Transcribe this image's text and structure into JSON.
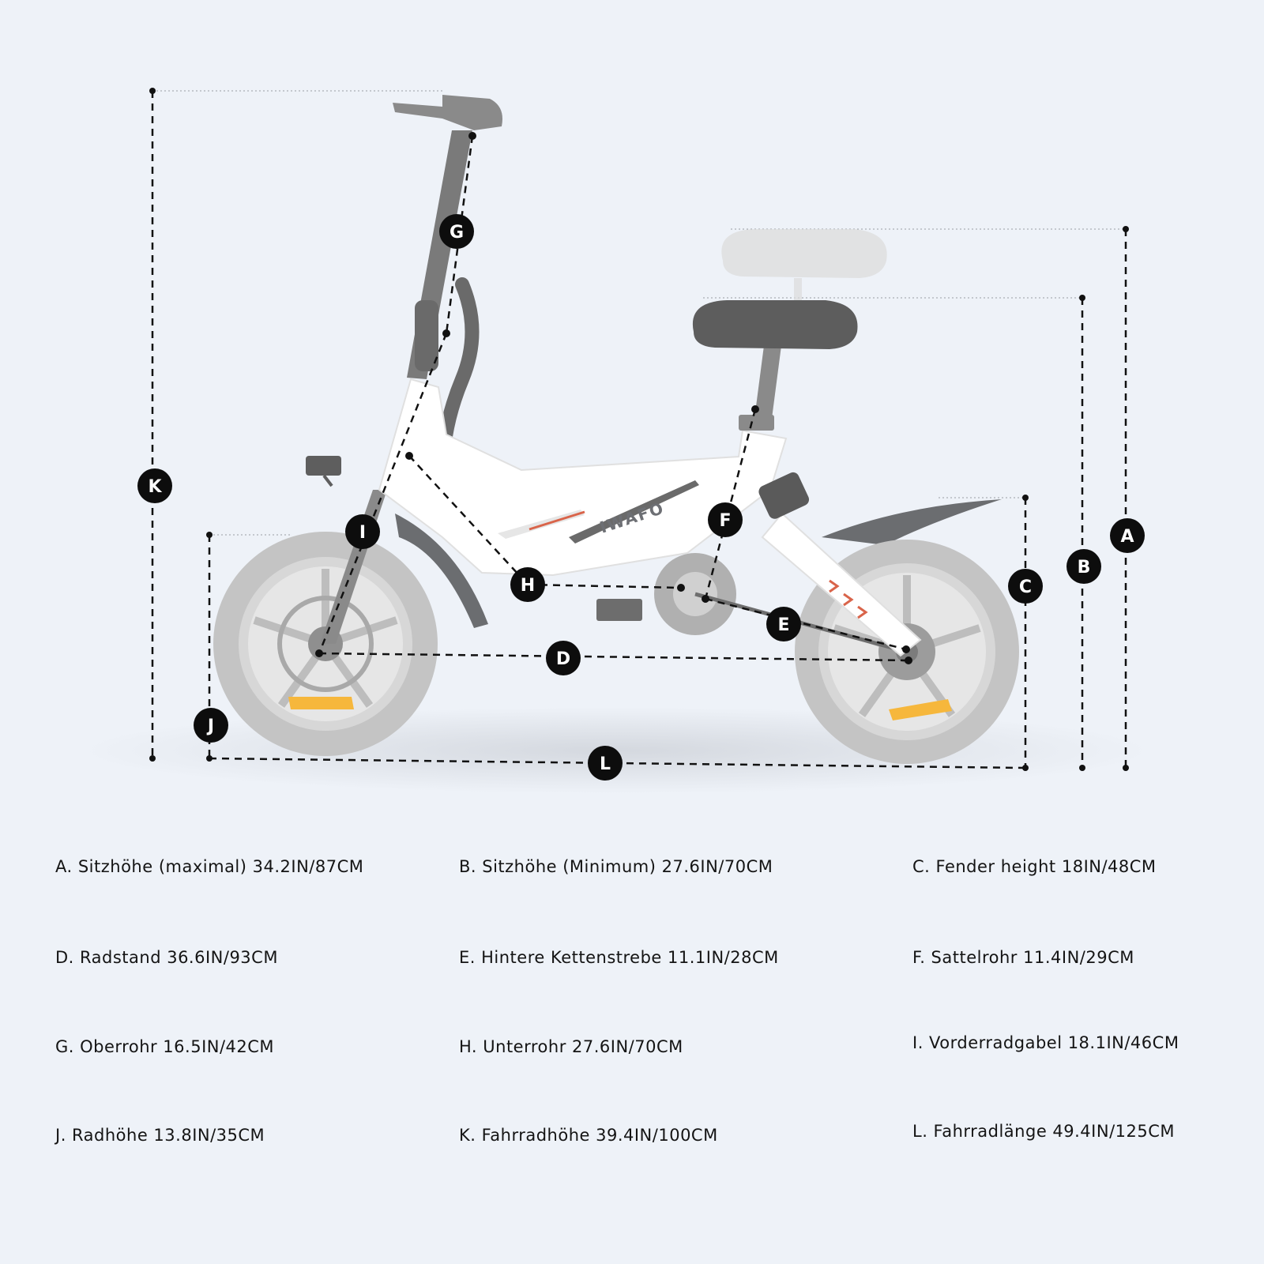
{
  "brand": "IWAFO",
  "dimensions": [
    {
      "letter": "A",
      "text": "A. Sitzhöhe (maximal) 34.2IN/87CM"
    },
    {
      "letter": "B",
      "text": "B. Sitzhöhe (Minimum) 27.6IN/70CM"
    },
    {
      "letter": "C",
      "text": "C. Fender height 18IN/48CM"
    },
    {
      "letter": "D",
      "text": "D. Radstand 36.6IN/93CM"
    },
    {
      "letter": "E",
      "text": "E. Hintere Kettenstrebe 11.1IN/28CM"
    },
    {
      "letter": "F",
      "text": "F. Sattelrohr 11.4IN/29CM"
    },
    {
      "letter": "G",
      "text": "G. Oberrohr 16.5IN/42CM"
    },
    {
      "letter": "H",
      "text": "H. Unterrohr 27.6IN/70CM"
    },
    {
      "letter": "I",
      "text": "I. Vorderradgabel 18.1IN/46CM"
    },
    {
      "letter": "J",
      "text": "J. Radhöhe 13.8IN/35CM"
    },
    {
      "letter": "K",
      "text": "K. Fahrradhöhe 39.4IN/100CM"
    },
    {
      "letter": "L",
      "text": "L. Fahrradlänge 49.4IN/125CM"
    }
  ],
  "colors": {
    "background": "#eef2f8",
    "badge": "#0d0d0d",
    "frame": "#ffffff",
    "tire": "#c9c9c9",
    "reflector": "#f6b73c",
    "accent": "#d9644a"
  }
}
